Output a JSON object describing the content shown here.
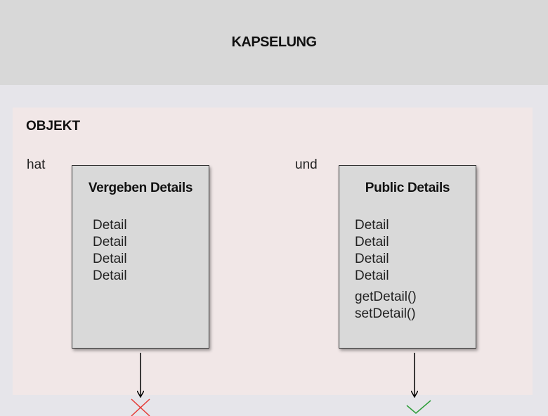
{
  "header": {
    "title": "KAPSELUNG"
  },
  "object": {
    "title": "OBJEKT",
    "connector_left": "hat",
    "connector_right": "und"
  },
  "private_box": {
    "title": "Vergeben Details",
    "items": [
      "Detail",
      "Detail",
      "Detail",
      "Detail"
    ],
    "access": "cross-icon",
    "access_color": "#e53935"
  },
  "public_box": {
    "title": "Public Details",
    "items": [
      "Detail",
      "Detail",
      "Detail",
      "Detail"
    ],
    "methods": [
      "getDetail()",
      "setDetail()"
    ],
    "access": "check-icon",
    "access_color": "#2e9e3a"
  }
}
